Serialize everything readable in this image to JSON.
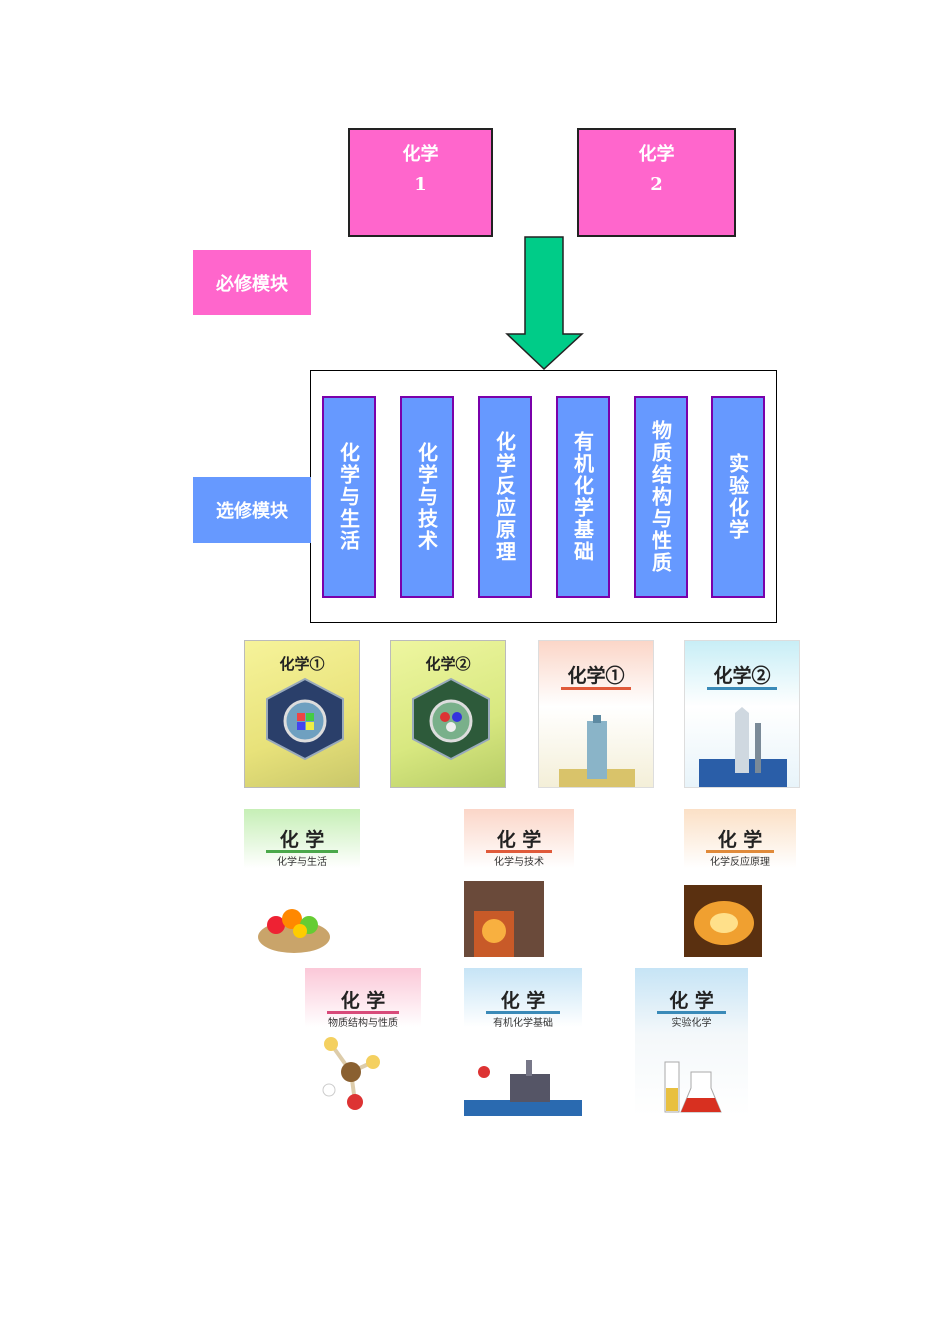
{
  "required_modules": [
    {
      "line1": "化学",
      "line2": "1"
    },
    {
      "line1": "化学",
      "line2": "2"
    }
  ],
  "labels": {
    "required": "必修模块",
    "elective": "选修模块"
  },
  "electives": [
    "化学与生活",
    "化学与技术",
    "化学反应原理",
    "有机化学基础",
    "物质结构与性质",
    "实验化学"
  ],
  "books": {
    "row1": [
      {
        "title": "化学①"
      },
      {
        "title": "化学②"
      },
      {
        "title": "化学①"
      },
      {
        "title": "化学②"
      }
    ],
    "row2": [
      {
        "title": "化 学",
        "subtitle": "化学与生活"
      },
      {
        "title": "化 学",
        "subtitle": "化学与技术"
      },
      {
        "title": "化 学",
        "subtitle": "化学反应原理"
      }
    ],
    "row3": [
      {
        "title": "化 学",
        "subtitle": "物质结构与性质"
      },
      {
        "title": "化 学",
        "subtitle": "有机化学基础"
      },
      {
        "title": "化 学",
        "subtitle": "实验化学"
      }
    ]
  },
  "colors": {
    "required": "#ff66cc",
    "elective": "#6699ff",
    "arrow": "#00cc88"
  }
}
